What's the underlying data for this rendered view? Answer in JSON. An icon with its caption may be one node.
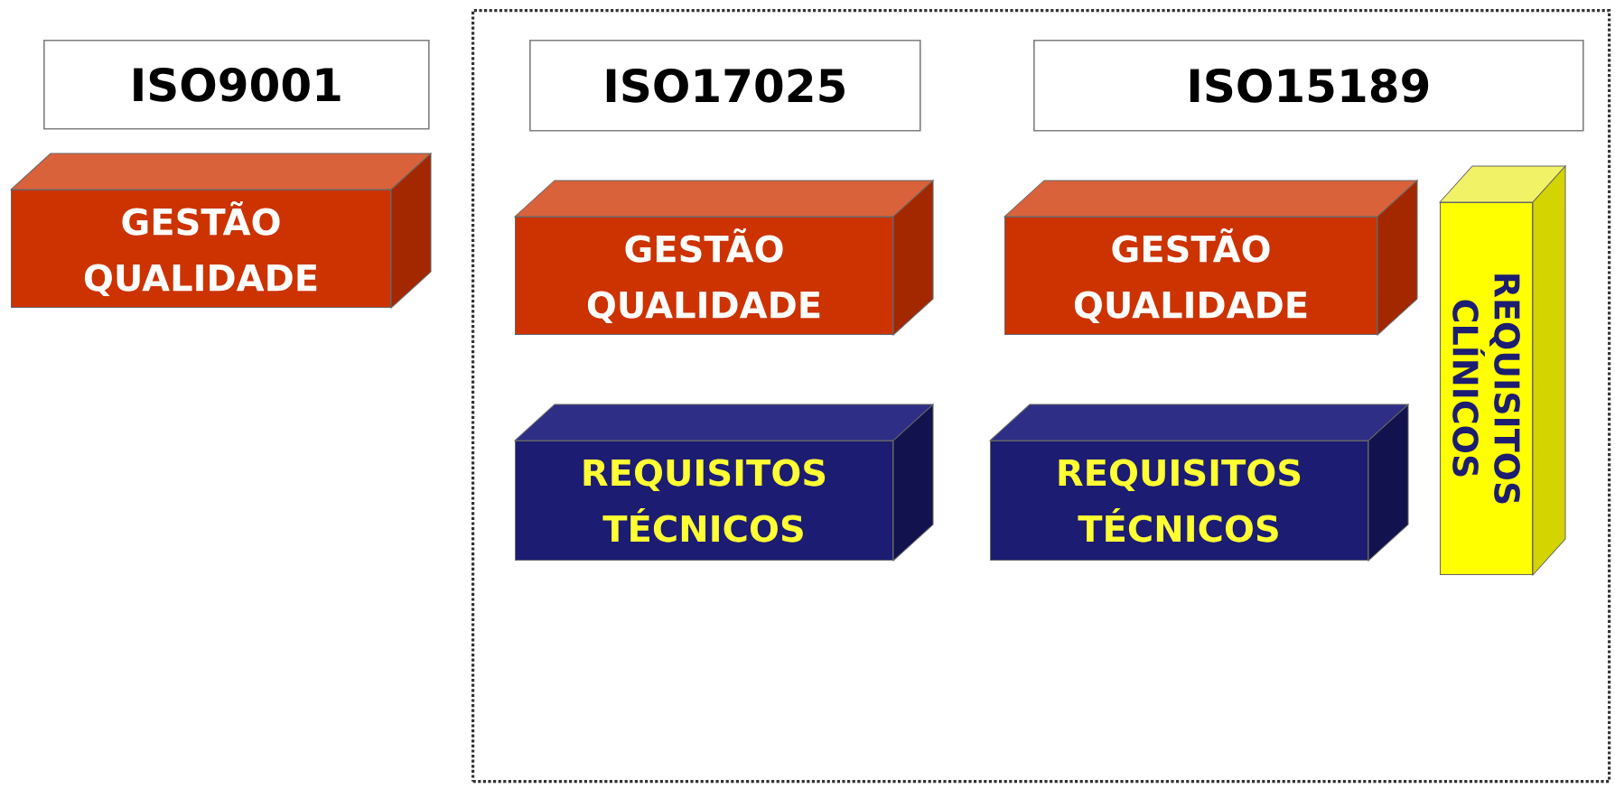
{
  "diagram": {
    "nodes": [
      {
        "text": [
          "ISO9001"
        ]
      },
      {
        "text": [
          "GESTÃO QUALIDADE"
        ]
      },
      {
        "text": [],
        "shape": "box"
      },
      {
        "text": [
          "ISO17025"
        ],
        "in": 2
      },
      {
        "text": [
          "ISO15189"
        ],
        "in": 2
      },
      {
        "text": [
          "GESTÃO QUALIDADE"
        ],
        "in": 2
      },
      {
        "text": [
          "GESTÃO QUALIDADE"
        ],
        "in": 2
      },
      {
        "text": [
          "REQUISITOS CLÍNICOS"
        ],
        "in": 2
      },
      {
        "text": [
          "REQUISITOS TÉCNICOS"
        ],
        "in": 2
      },
      {
        "text": [
          "REQUISITOS TÉCNICOS"
        ],
        "in": 2
      }
    ]
  }
}
